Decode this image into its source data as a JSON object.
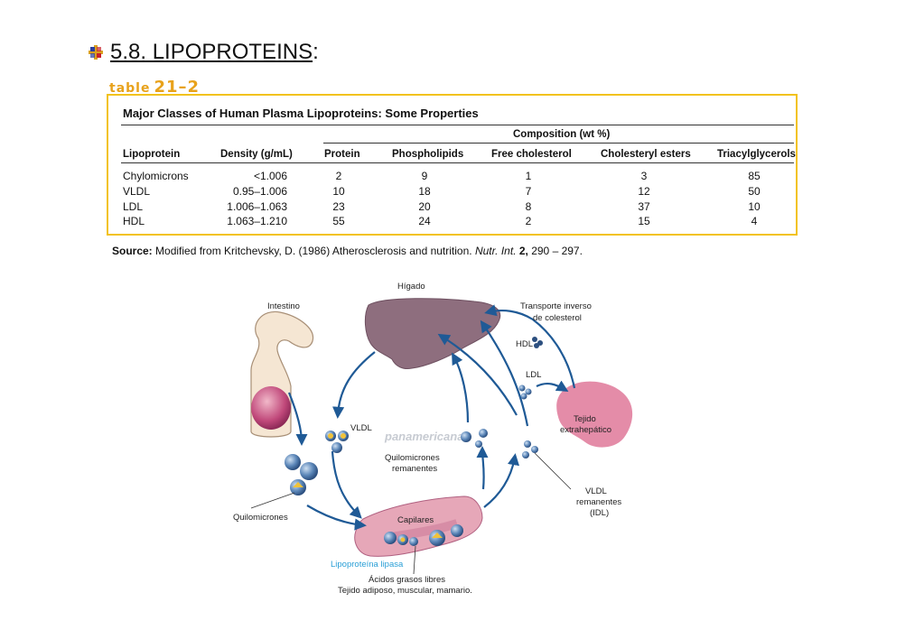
{
  "heading": {
    "number": "5.8. LIPOPROTEINS",
    "suffix": ":"
  },
  "table": {
    "label_word": "table",
    "label_number": "21–2",
    "title": "Major Classes of Human Plasma Lipoproteins: Some Properties",
    "group_header": "Composition (wt %)",
    "columns": [
      "Lipoprotein",
      "Density (g/mL)",
      "Protein",
      "Phospholipids",
      "Free cholesterol",
      "Cholesteryl esters",
      "Triacylglycerols"
    ],
    "rows": [
      [
        "Chylomicrons",
        "<1.006",
        "2",
        "9",
        "1",
        "3",
        "85"
      ],
      [
        "VLDL",
        "0.95–1.006",
        "10",
        "18",
        "7",
        "12",
        "50"
      ],
      [
        "LDL",
        "1.006–1.063",
        "23",
        "20",
        "8",
        "37",
        "10"
      ],
      [
        "HDL",
        "1.063–1.210",
        "55",
        "24",
        "2",
        "15",
        "4"
      ]
    ]
  },
  "source": {
    "lead": "Source:",
    "text": " Modified from Kritchevsky, D. (1986) Atherosclerosis and nutrition. ",
    "journal": "Nutr. Int.",
    "volume": " 2,",
    "pages": " 290 – 297."
  },
  "diagram": {
    "higado": "Hígado",
    "intestino": "Intestino",
    "transporte_1": "Transporte inverso",
    "transporte_2": "de colesterol",
    "hdl": "HDL",
    "ldl": "LDL",
    "vldl": "VLDL",
    "tejido_1": "Tejido",
    "tejido_2": "extrahepático",
    "quilo_rem_1": "Quilomicrones",
    "quilo_rem_2": "remanentes",
    "vldl_rem_1": "VLDL",
    "vldl_rem_2": "remanentes",
    "vldl_rem_3": "(IDL)",
    "quilomicrones": "Quilomicrones",
    "capilares": "Capilares",
    "lipasa": "Lipoproteína lipasa",
    "acidos": "Ácidos grasos libres",
    "tejido_adiposo": "Tejido adiposo, muscular, mamario.",
    "watermark": "panamericana"
  },
  "colors": {
    "accent_yellow": "#f2c21b",
    "label_orange": "#e8a21b",
    "arrow_blue": "#1f5a96",
    "liver": "#8e6e7e",
    "tissue_pink": "#e48ca8",
    "lipasa_blue": "#2a9fd6"
  }
}
